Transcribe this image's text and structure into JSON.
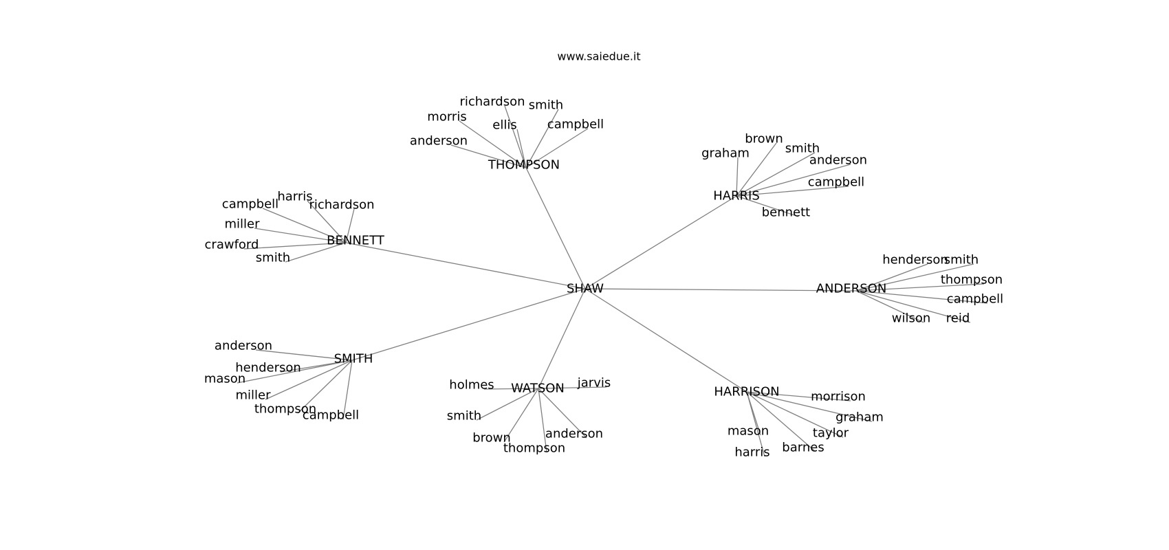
{
  "title": "www.saiedue.it",
  "root": "SHAW",
  "groups": [
    {
      "name": "THOMPSON",
      "children": [
        "richardson",
        "smith",
        "morris",
        "ellis",
        "campbell",
        "anderson"
      ]
    },
    {
      "name": "HARRIS",
      "children": [
        "brown",
        "graham",
        "smith",
        "anderson",
        "campbell",
        "bennett"
      ]
    },
    {
      "name": "BENNETT",
      "children": [
        "harris",
        "campbell",
        "richardson",
        "miller",
        "crawford",
        "smith"
      ]
    },
    {
      "name": "ANDERSON",
      "children": [
        "henderson",
        "smith",
        "thompson",
        "campbell",
        "wilson",
        "reid"
      ]
    },
    {
      "name": "SMITH",
      "children": [
        "anderson",
        "henderson",
        "mason",
        "miller",
        "thompson",
        "campbell"
      ]
    },
    {
      "name": "WATSON",
      "children": [
        "holmes",
        "jarvis",
        "smith",
        "brown",
        "anderson",
        "thompson"
      ]
    },
    {
      "name": "HARRISON",
      "children": [
        "morrison",
        "graham",
        "mason",
        "taylor",
        "barnes",
        "harris"
      ]
    }
  ]
}
